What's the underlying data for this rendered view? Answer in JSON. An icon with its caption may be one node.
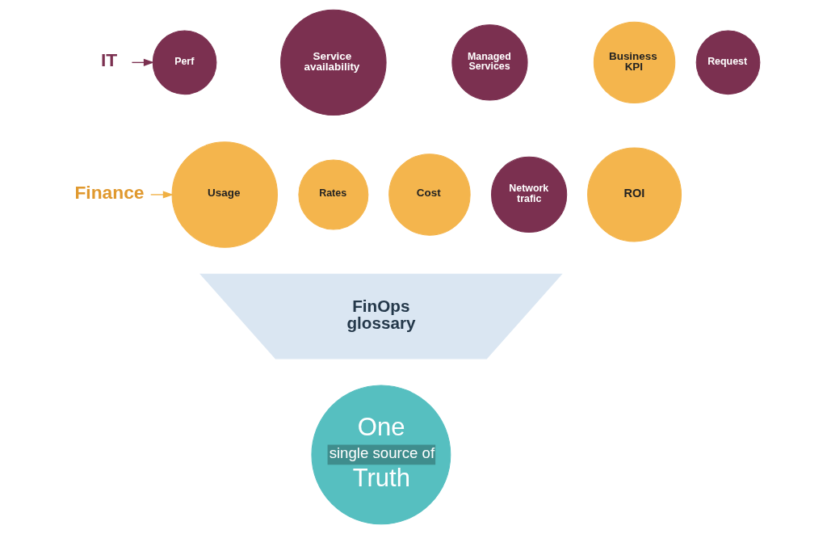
{
  "diagram": {
    "nodes": [
      {
        "text": [
          "IT"
        ]
      },
      {
        "text": [
          "Finance"
        ]
      },
      {
        "text": [
          "Perf"
        ]
      },
      {
        "text": [
          "Service availability"
        ]
      },
      {
        "text": [
          "Usage"
        ]
      },
      {
        "text": [
          "Rates"
        ]
      },
      {
        "text": [
          "Cost"
        ]
      },
      {
        "text": [
          "Managed Services"
        ]
      },
      {
        "text": [
          "Network trafic"
        ]
      },
      {
        "text": [
          "Business KPI"
        ]
      },
      {
        "text": [
          "Request"
        ]
      },
      {
        "text": [
          "ROI"
        ]
      },
      {
        "text": [
          "FinOps glossary"
        ]
      },
      {
        "text": [
          "One",
          "single source of",
          "Truth"
        ]
      }
    ],
    "edges": [
      {
        "from": 0,
        "to": 2,
        "arrow": "to",
        "color": "#7b3050"
      },
      {
        "from": 1,
        "to": 4,
        "arrow": "to",
        "color": "#f0b043"
      }
    ]
  }
}
